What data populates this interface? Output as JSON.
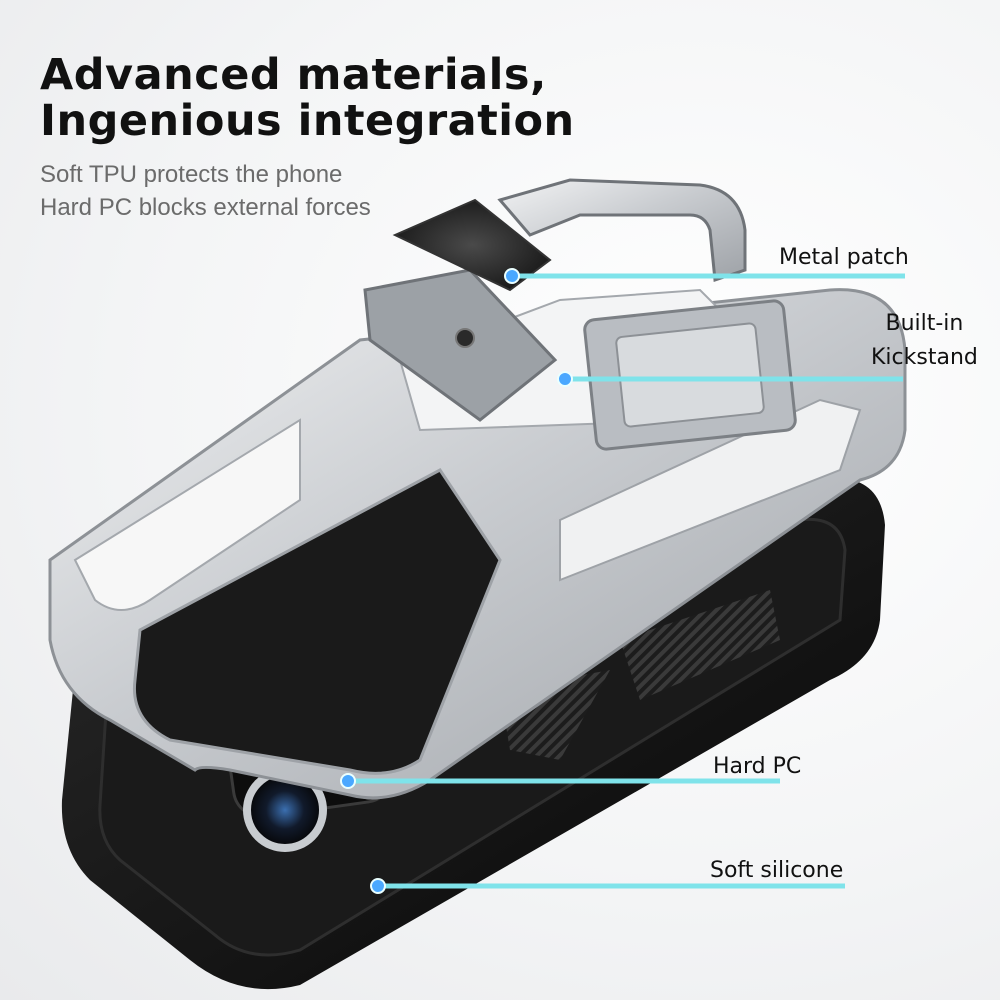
{
  "headline": {
    "line1": "Advanced materials,",
    "line2": "Ingenious integration"
  },
  "subtitle": {
    "line1": "Soft TPU protects the phone",
    "line2": "Hard PC blocks external forces"
  },
  "callouts": {
    "metal_patch": "Metal patch",
    "kickstand_line1": "Built-in",
    "kickstand_line2": "Kickstand",
    "hard_pc": "Hard PC",
    "soft_silicone": "Soft silicone"
  },
  "colors": {
    "accent_line": "#7fe3ea",
    "accent_dot": "#4aa8ff",
    "silver_frame": "#d4d7da",
    "black_case": "#141414"
  }
}
